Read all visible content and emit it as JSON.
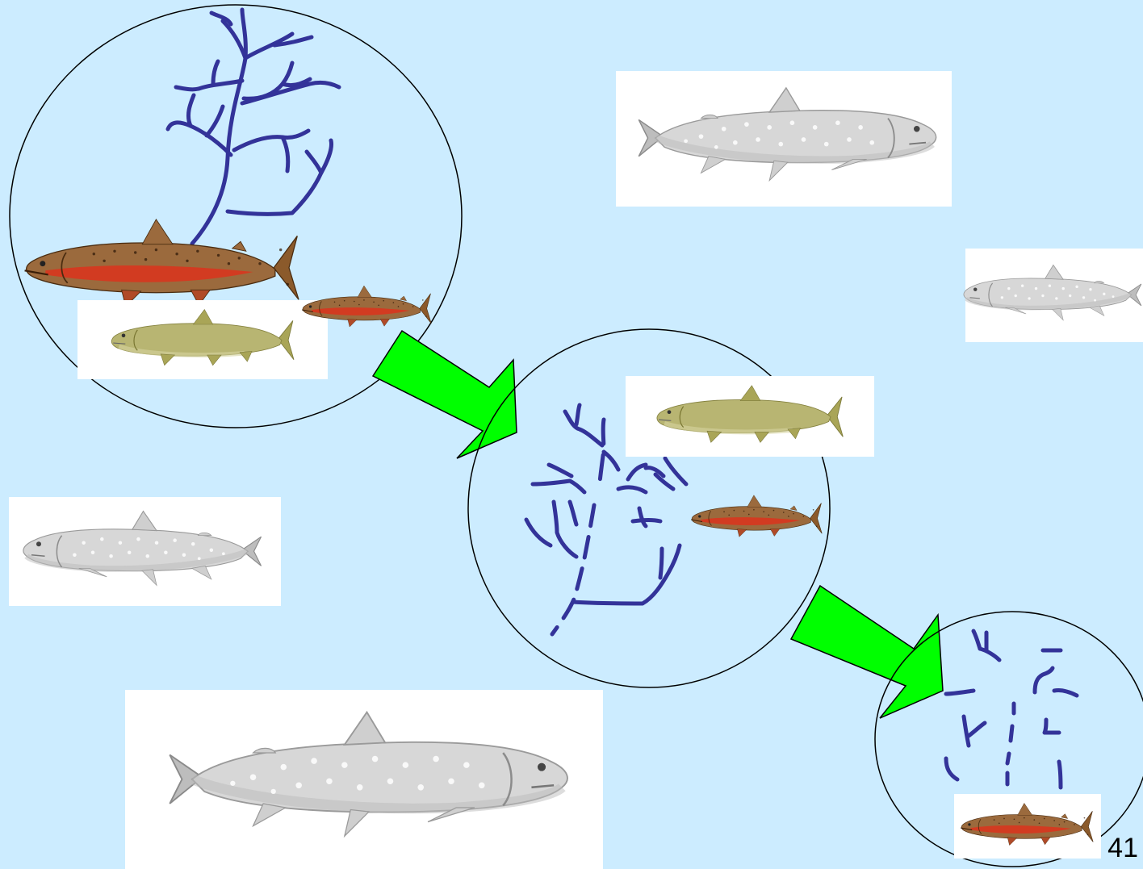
{
  "slide": {
    "page_number": "41",
    "colors": {
      "background": "#CCECFF",
      "stream": "#333399",
      "arrow": "#00FF00",
      "circle": "#000000",
      "grey_fish_panel": "#FFFFFF"
    },
    "stages": [
      {
        "name": "connected-stream-network",
        "fish_count": 3
      },
      {
        "name": "fragmented-stream-network",
        "fish_count": 2
      },
      {
        "name": "highly-fragmented-stream-network",
        "fish_count": 1
      }
    ]
  }
}
